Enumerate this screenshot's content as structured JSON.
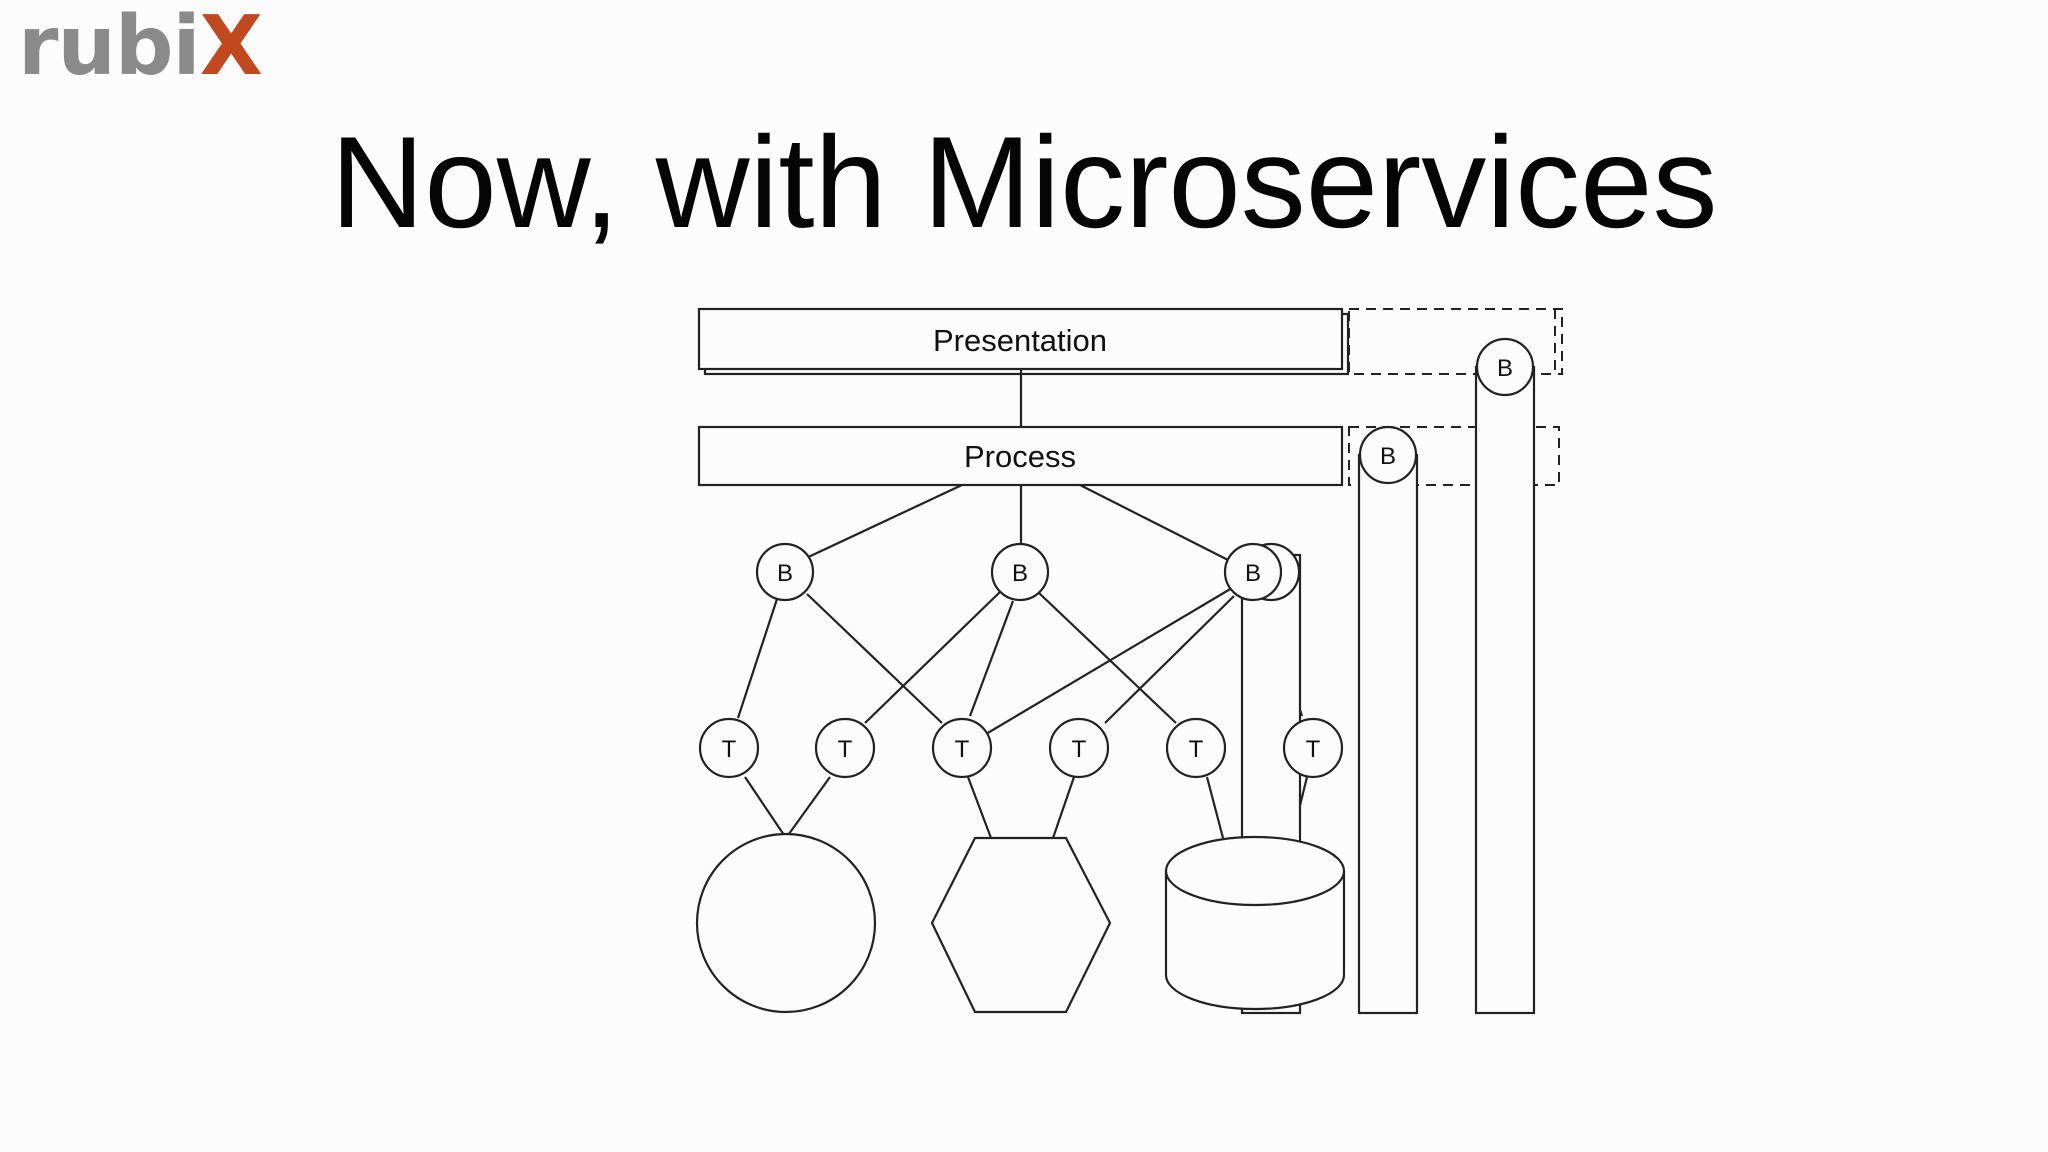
{
  "logo": {
    "prefix": "rubi",
    "suffix": "X"
  },
  "title": "Now, with Microservices",
  "diagram": {
    "layers": {
      "presentation": "Presentation",
      "process": "Process"
    },
    "node_labels": {
      "business": "B",
      "technical": "T"
    }
  }
}
